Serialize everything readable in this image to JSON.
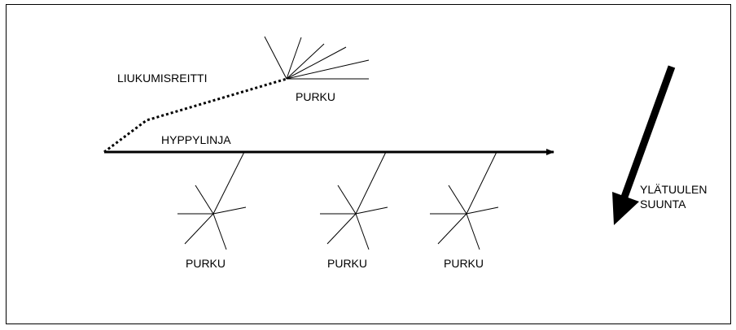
{
  "labels": {
    "glide_path": "LIUKUMISREITTI",
    "jump_line": "HYPPYLINJA",
    "release": "PURKU",
    "upper_wind_line1": "YLÄTUULEN",
    "upper_wind_line2": "SUUNTA"
  },
  "colors": {
    "lines": "#000000",
    "background": "#ffffff"
  }
}
